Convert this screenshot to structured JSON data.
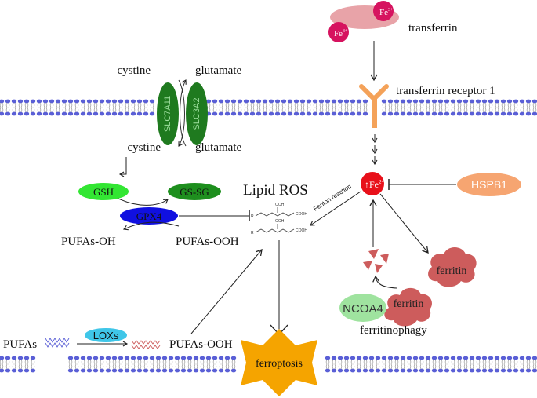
{
  "labels": {
    "cystine_top": "cystine",
    "glutamate_top": "glutamate",
    "cystine_bottom": "cystine",
    "glutamate_bottom": "glutamate",
    "slc7a11": "SLC7A11",
    "slc3a2": "SLC3A2",
    "transferrin": "transferrin",
    "fe3_a": "Fe",
    "fe3_b": "Fe",
    "fe3_sup": "3+",
    "transferrin_receptor": "transferrin receptor 1",
    "fe2_center": "Fe",
    "fe2_sup": "2+",
    "fe2_arrow": "↑",
    "hspb1": "HSPB1",
    "gsh": "GSH",
    "gssg": "GS-SG",
    "gpx4": "GPX4",
    "pufas_oh": "PUFAs-OH",
    "pufas_ooh_top": "PUFAs-OOH",
    "lipid_ros": "Lipid ROS",
    "fenton": "Fenton reaction",
    "ferritin_right": "ferritin",
    "ferritin_lower": "ferritin",
    "ncoa4": "NCOA4",
    "ferritinophagy": "ferritinophagy",
    "pufas": "PUFAs",
    "loxs": "LOXs",
    "pufas_ooh_bottom": "PUFAs-OOH",
    "ferroptosis": "ferroptosis",
    "mol_ooh1": "OOH",
    "mol_cooh1": "COOH",
    "mol_r1": "R",
    "mol_ooh2": "OOH",
    "mol_cooh2": "COOH",
    "mol_r2": "R"
  },
  "colors": {
    "membrane_head": "#5a5fd6",
    "slc_green": "#1f7a1f",
    "transferrin_body": "#e8a3a8",
    "fe_magenta": "#d6135f",
    "receptor_orange": "#f4a259",
    "fe2_red": "#e8101a",
    "hspb1_fill": "#f6a571",
    "gsh_fill": "#33e633",
    "gssg_fill": "#1e8f1e",
    "gpx4_fill": "#1010e0",
    "ferritin_fill": "#cd5c5c",
    "ncoa4_fill": "#9fe39f",
    "loxs_fill": "#3fc6e8",
    "ferroptosis_fill": "#f5a400"
  }
}
